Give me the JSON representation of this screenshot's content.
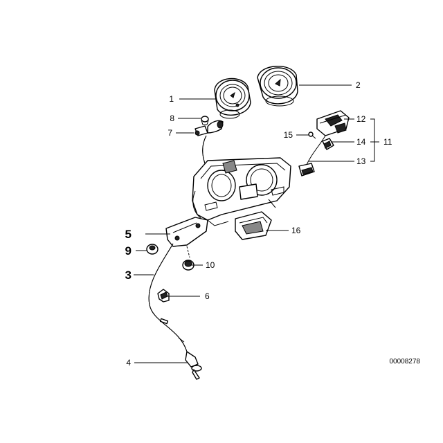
{
  "labels": {
    "l1": "1",
    "l2": "2",
    "l3": "3",
    "l4": "4",
    "l5": "5",
    "l6": "6",
    "l7": "7",
    "l8": "8",
    "l9": "9",
    "l10": "10",
    "l11": "11",
    "l12": "12",
    "l13": "13",
    "l14": "14",
    "l15": "15",
    "l16": "16"
  },
  "doc_id": "00008278"
}
